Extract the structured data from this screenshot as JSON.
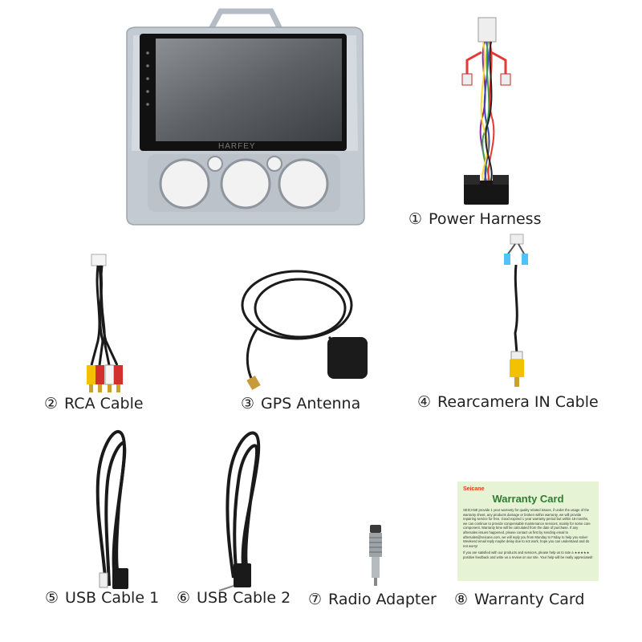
{
  "stereo": {
    "brand": "HARFEY"
  },
  "items": [
    {
      "num": "①",
      "label": "Power Harness"
    },
    {
      "num": "②",
      "label": "RCA Cable"
    },
    {
      "num": "③",
      "label": "GPS Antenna"
    },
    {
      "num": "④",
      "label": "Rearcamera IN Cable"
    },
    {
      "num": "⑤",
      "label": "USB Cable 1"
    },
    {
      "num": "⑥",
      "label": "USB Cable 2"
    },
    {
      "num": "⑦",
      "label": "Radio Adapter"
    },
    {
      "num": "⑧",
      "label": "Warranty Card"
    }
  ],
  "warranty_card": {
    "brand": "Seicane",
    "title": "Warranty Card",
    "paragraph_1": "SEICANE provide 1 year warranty for quality related issues, if under the usage of the warranty sheet, any products damage or broken within warranty, we will provide repairing service for free. Good expired 1 year warranty period but within 18 months, we can continue to provide compensable maintenance services, mainly for some core component. Warranty time will be calculated from the date of purchase. If any aftersales issues happened, please contact us first by sending email to aftersales@seicane.com, we will reply you from Monday to Friday to help you solve! Weekend email reply maybe delay due to not work, hope you can understand and do not worry!",
    "paragraph_2": "If you are satisfied with our products and services, please help us to rate a ★★★★★ positive feedback and write us a review on our site. Your help will be really appreciated!"
  },
  "colors": {
    "warranty_bg": "#e6f3d4",
    "warranty_title": "#2e7d32",
    "warranty_brand": "#d84315",
    "rca_red": "#d32f2f",
    "rca_yellow": "#f2c200",
    "rca_white": "#f5f5f5",
    "gps_antenna": "#1b1b1b",
    "gps_connector": "#c99a3a",
    "rearcam_blue": "#4fc3f7"
  }
}
